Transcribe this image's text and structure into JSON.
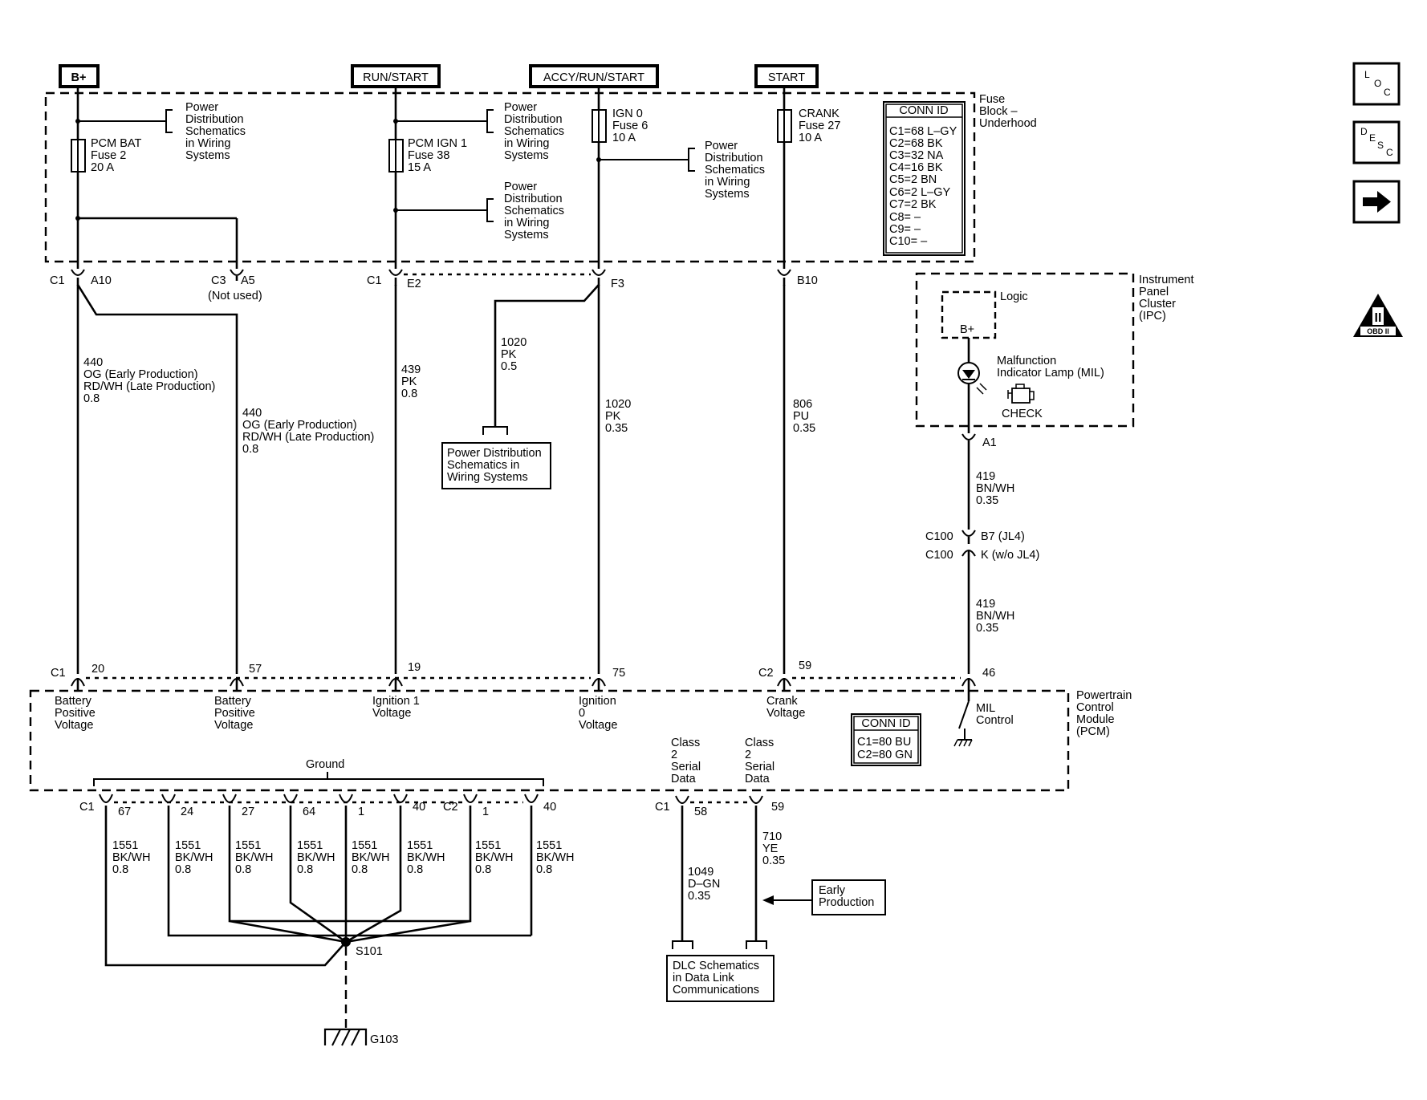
{
  "power_sources": [
    "B+",
    "RUN/START",
    "ACCY/RUN/START",
    "START"
  ],
  "fuse_block": {
    "label": [
      "Fuse",
      "Block –",
      "Underhood"
    ],
    "conn_id_title": "CONN ID",
    "conn_id": [
      "C1=68 L–GY",
      "C2=68 BK",
      "C3=32 NA",
      "C4=16 BK",
      "C5=2 BN",
      "C6=2 L–GY",
      "C7=2 BK",
      "C8= –",
      "C9= –",
      "C10= –"
    ],
    "fuses": [
      [
        "PCM BAT",
        "Fuse 2",
        "20 A"
      ],
      [
        "PCM IGN 1",
        "Fuse 38",
        "15 A"
      ],
      [
        "IGN 0",
        "Fuse 6",
        "10 A"
      ],
      [
        "CRANK",
        "Fuse 27",
        "10 A"
      ]
    ],
    "power_distribution_ref": [
      "Power",
      "Distribution",
      "Schematics",
      "in Wiring",
      "Systems"
    ]
  },
  "fuse_block_terminals": {
    "c1": "C1",
    "a10": "A10",
    "c3": "C3",
    "a5": "A5",
    "not_used": "(Not used)",
    "c1b": "C1",
    "e2": "E2",
    "f3": "F3",
    "b10": "B10"
  },
  "wires": {
    "w440a": [
      "440",
      "OG (Early Production)",
      "RD/WH (Late Production)",
      "0.8"
    ],
    "w440b": [
      "440",
      "OG (Early Production)",
      "RD/WH (Late Production)",
      "0.8"
    ],
    "w439": [
      "439",
      "PK",
      "0.8"
    ],
    "w1020a": [
      "1020",
      "PK",
      "0.5"
    ],
    "w1020b": [
      "1020",
      "PK",
      "0.35"
    ],
    "w806": [
      "806",
      "PU",
      "0.35"
    ],
    "w419a": [
      "419",
      "BN/WH",
      "0.35"
    ],
    "w419b": [
      "419",
      "BN/WH",
      "0.35"
    ],
    "w1049": [
      "1049",
      "D–GN",
      "0.35"
    ],
    "w710": [
      "710",
      "YE",
      "0.35"
    ],
    "ground": [
      "1551",
      "BK/WH",
      "0.8"
    ]
  },
  "power_dist_box": [
    "Power Distribution",
    "Schematics in",
    "Wiring  Systems"
  ],
  "ipc": {
    "label": [
      "Instrument",
      "Panel",
      "Cluster",
      "(IPC)"
    ],
    "logic": "Logic",
    "bplus": "B+",
    "mil": [
      "Malfunction",
      "Indicator Lamp (MIL)"
    ],
    "check": "CHECK",
    "a1": "A1"
  },
  "c100": {
    "c100a": "C100",
    "b7": "B7 (JL4)",
    "c100b": "C100",
    "k": "K (w/o JL4)"
  },
  "pcm": {
    "label": [
      "Powertrain",
      "Control",
      "Module",
      "(PCM)"
    ],
    "conn_id_title": "CONN ID",
    "conn_id": [
      "C1=80 BU",
      "C2=80 GN"
    ],
    "pins_top": {
      "c1": "C1",
      "p20": "20",
      "p57": "57",
      "p19": "19",
      "p75": "75",
      "c2": "C2",
      "p59": "59",
      "p46": "46"
    },
    "inputs": [
      [
        "Battery",
        "Positive",
        "Voltage"
      ],
      [
        "Battery",
        "Positive",
        "Voltage"
      ],
      [
        "Ignition 1",
        "Voltage"
      ],
      [
        "Ignition",
        "0",
        "Voltage"
      ],
      [
        "Crank",
        "Voltage"
      ],
      [
        "MIL",
        "Control"
      ]
    ],
    "serial": [
      [
        "Class",
        "2",
        "Serial",
        "Data"
      ],
      [
        "Class",
        "2",
        "Serial",
        "Data"
      ]
    ],
    "ground_label": "Ground",
    "ground_pins": {
      "c1": "C1",
      "c2": "C2",
      "pins": [
        "67",
        "24",
        "27",
        "64",
        "1",
        "40",
        "1",
        "40"
      ]
    },
    "serial_pins": {
      "c1": "C1",
      "p58": "58",
      "p59": "59"
    }
  },
  "splice": "S101",
  "ground_point": "G103",
  "early_production": [
    "Early",
    "Production"
  ],
  "dlc_box": [
    "DLC Schematics",
    "in Data Link",
    "Communications"
  ],
  "nav": {
    "loc": [
      "L",
      "O",
      "C"
    ],
    "desc": [
      "D",
      "E",
      "S",
      "C"
    ],
    "obd": "OBD II",
    "obd_numeral": "II"
  }
}
